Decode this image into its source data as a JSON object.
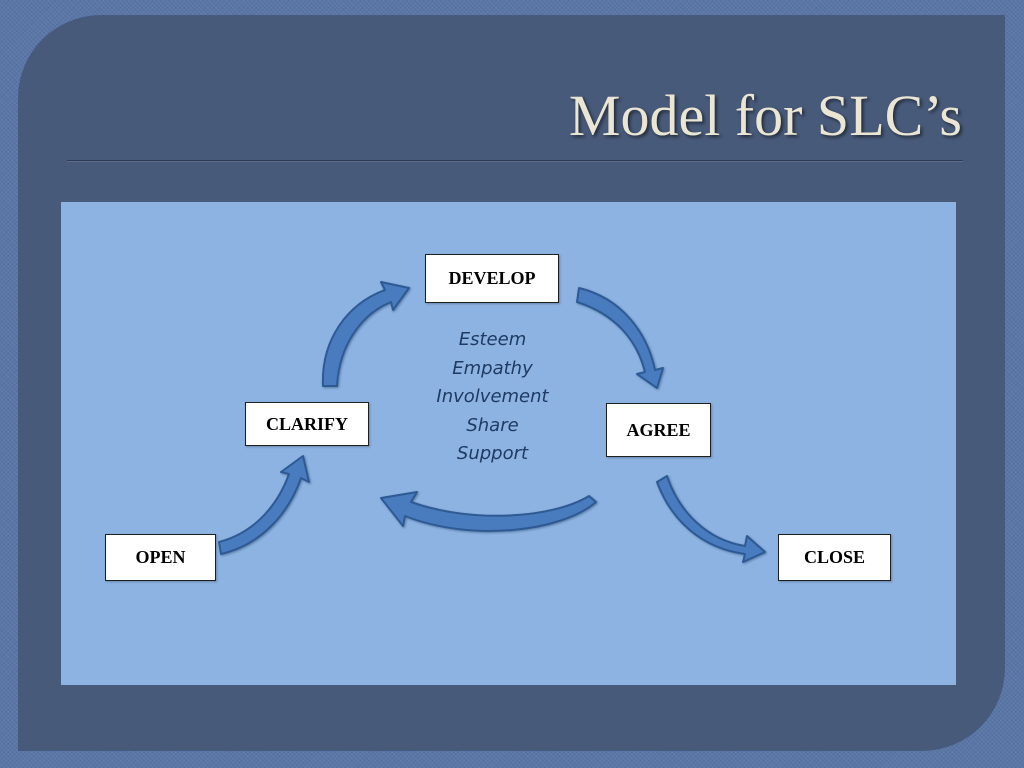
{
  "slide": {
    "title": "Model for SLC’s"
  },
  "diagram": {
    "stages": {
      "develop": "DEVELOP",
      "clarify": "CLARIFY",
      "agree": "AGREE",
      "open": "OPEN",
      "close": "CLOSE"
    },
    "center_words": [
      "Esteem",
      "Empathy",
      "Involvement",
      "Share",
      "Support"
    ]
  },
  "colors": {
    "outer_background": "#5a76a6",
    "panel": "#485a7a",
    "diagram_background": "#8db3e2",
    "arrow_fill": "#4a7bbf",
    "arrow_stroke": "#2e5a94",
    "center_text": "#1f3b63",
    "title_text": "#ebe6d4"
  }
}
